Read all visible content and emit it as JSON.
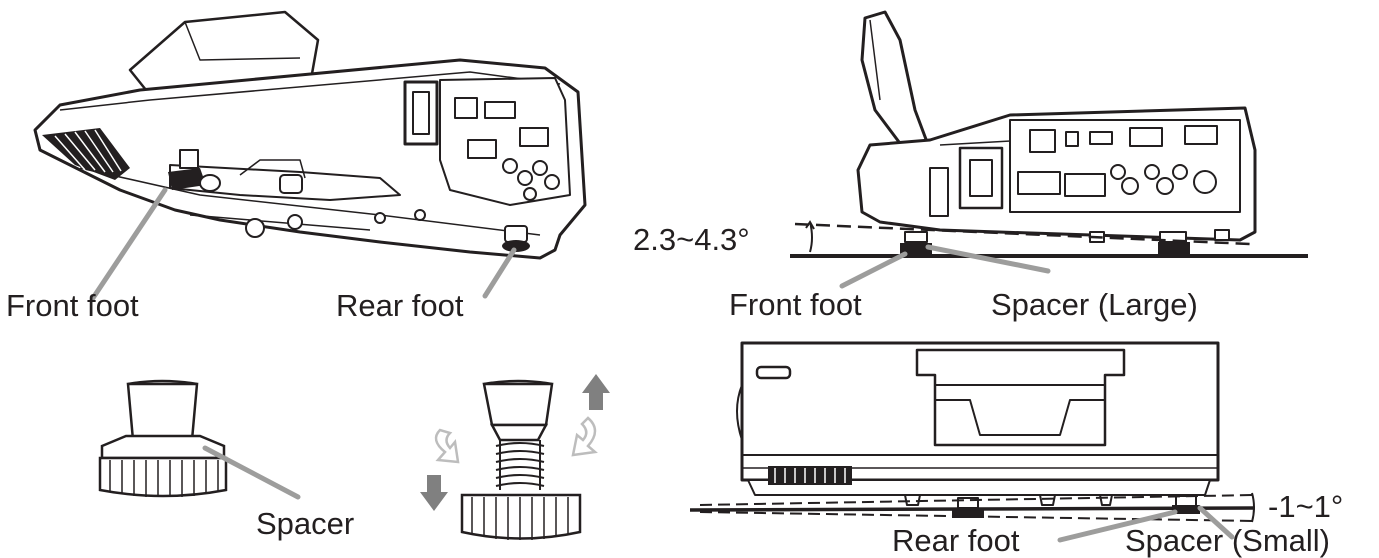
{
  "labels": {
    "front_foot_1": "Front foot",
    "rear_foot_1": "Rear foot",
    "spacer": "Spacer",
    "angle_large": "2.3~4.3°",
    "front_foot_2": "Front foot",
    "spacer_large": "Spacer (Large)",
    "angle_small": "-1~1°",
    "rear_foot_2": "Rear foot",
    "spacer_small": "Spacer (Small)"
  },
  "colors": {
    "ink": "#231f20",
    "leader": "#9d9d9c",
    "arrow": "#808080",
    "rotate_arrow": "#bdbdbd"
  },
  "icons": [
    "rotate-left-icon",
    "rotate-right-icon",
    "arrow-up-icon",
    "arrow-down-icon"
  ]
}
